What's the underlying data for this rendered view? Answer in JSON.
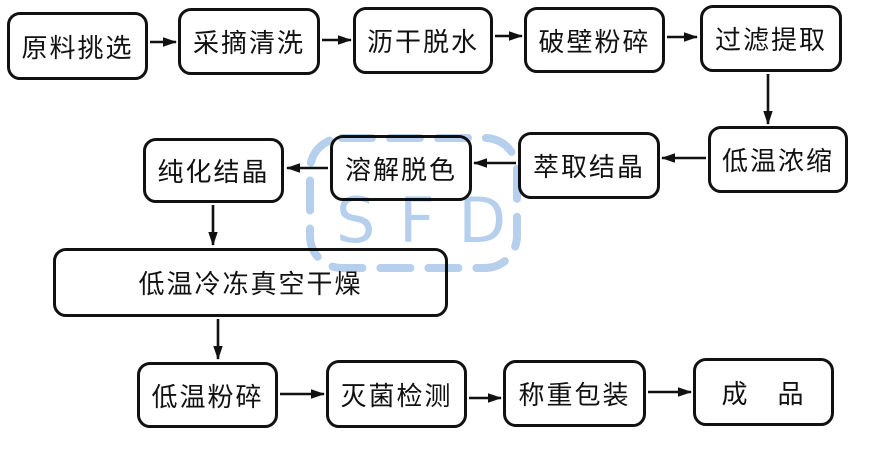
{
  "watermark": {
    "text": "S F D",
    "color": "#b5cfec"
  },
  "flowchart": {
    "nodes": {
      "n1": {
        "label": "原料挑选"
      },
      "n2": {
        "label": "采摘清洗"
      },
      "n3": {
        "label": "沥干脱水"
      },
      "n4": {
        "label": "破壁粉碎"
      },
      "n5": {
        "label": "过滤提取"
      },
      "n6": {
        "label": "低温浓缩"
      },
      "n7": {
        "label": "萃取结晶"
      },
      "n8": {
        "label": "溶解脱色"
      },
      "n9": {
        "label": "纯化结晶"
      },
      "n10": {
        "label": "低温冷冻真空干燥"
      },
      "n11": {
        "label": "低温粉碎"
      },
      "n12": {
        "label": "灭菌检测"
      },
      "n13": {
        "label": "称重包装"
      },
      "n14": {
        "label": "成　品"
      }
    },
    "edges": [
      "n1→n2",
      "n2→n3",
      "n3→n4",
      "n4→n5",
      "n5→n6",
      "n6→n7",
      "n7→n8",
      "n8→n9",
      "n9→n10",
      "n10→n11",
      "n11→n12",
      "n12→n13",
      "n13→n14"
    ]
  }
}
